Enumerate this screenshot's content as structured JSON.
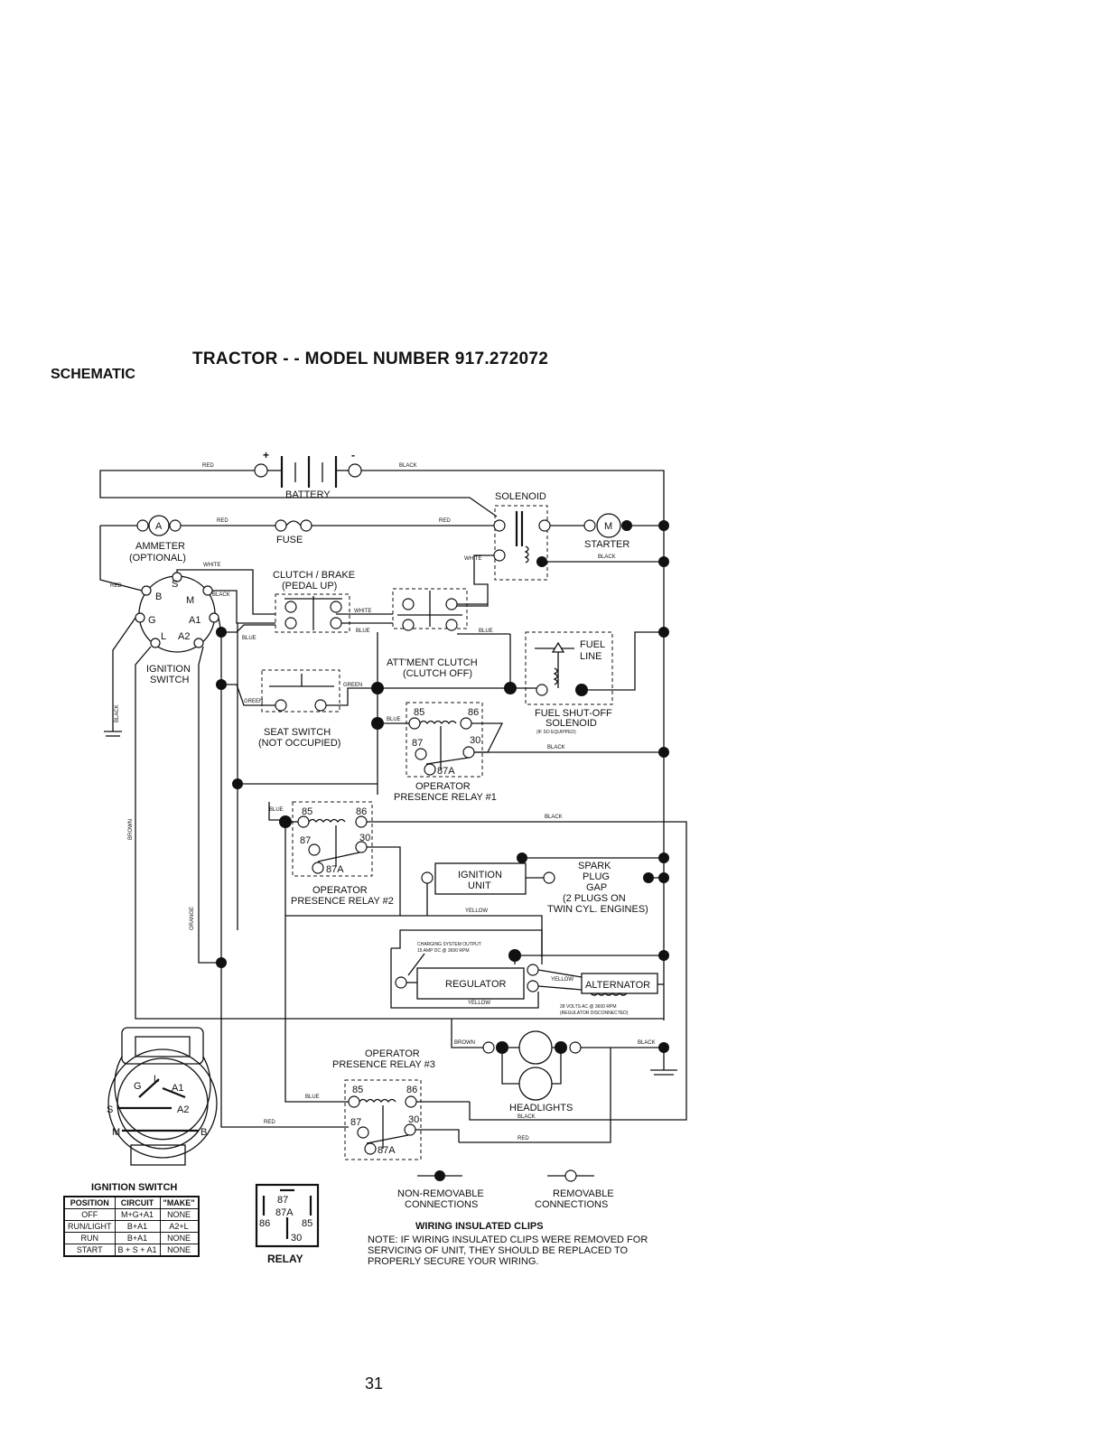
{
  "header": {
    "section": "SCHEMATIC",
    "title": "TRACTOR - - MODEL NUMBER 917.272072"
  },
  "components": {
    "battery": "BATTERY",
    "solenoid": "SOLENOID",
    "ammeter": "AMMETER",
    "ammeter_opt": "(OPTIONAL)",
    "fuse": "FUSE",
    "starter": "STARTER",
    "clutch_brake": "CLUTCH / BRAKE",
    "clutch_brake_sub": "(PEDAL UP)",
    "attment_clutch": "ATT'MENT CLUTCH",
    "attment_clutch_sub": "(CLUTCH OFF)",
    "fuel_line_1": "FUEL",
    "fuel_line_2": "LINE",
    "fuel_shutoff_1": "FUEL SHUT-OFF",
    "fuel_shutoff_2": "SOLENOID",
    "fuel_shutoff_3": "(IF SO EQUIPPED)",
    "ignition_switch_1": "IGNITION",
    "ignition_switch_2": "SWITCH",
    "seat_switch": "SEAT SWITCH",
    "seat_switch_sub": "(NOT OCCUPIED)",
    "opr1_1": "OPERATOR",
    "opr1_2": "PRESENCE RELAY #1",
    "opr2_1": "OPERATOR",
    "opr2_2": "PRESENCE RELAY #2",
    "opr3_1": "OPERATOR",
    "opr3_2": "PRESENCE RELAY #3",
    "ignition_unit_1": "IGNITION",
    "ignition_unit_2": "UNIT",
    "spark_1": "SPARK",
    "spark_2": "PLUG",
    "spark_3": "GAP",
    "spark_4": "(2 PLUGS ON",
    "spark_5": "TWIN CYL. ENGINES)",
    "charging_1": "CHARGING SYSTEM OUTPUT",
    "charging_2": "15 AMP DC @ 3600 RPM",
    "regulator": "REGULATOR",
    "alternator": "ALTERNATOR",
    "alt_1": "28 VOLTS AC @ 3600 RPM",
    "alt_2": "(REGULATOR DISCONNECTED)",
    "headlights": "HEADLIGHTS"
  },
  "terminals": {
    "plus": "+",
    "minus": "-",
    "A": "A",
    "M": "M",
    "B": "B",
    "S": "S",
    "G": "G",
    "L": "L",
    "A1": "A1",
    "A2": "A2",
    "r85": "85",
    "r86": "86",
    "r87": "87",
    "r30": "30",
    "r87A": "87A"
  },
  "wires": {
    "red": "RED",
    "black": "BLACK",
    "white": "WHITE",
    "blue": "BLUE",
    "green": "GREEN",
    "yellow": "YELLOW",
    "brown": "BROWN",
    "orange": "ORANGE"
  },
  "legend": {
    "non_removable_1": "NON-REMOVABLE",
    "non_removable_2": "CONNECTIONS",
    "removable_1": "REMOVABLE",
    "removable_2": "CONNECTIONS",
    "clips_title": "WIRING INSULATED CLIPS",
    "note_1": "NOTE: IF WIRING INSULATED CLIPS WERE REMOVED FOR",
    "note_2": "SERVICING OF UNIT, THEY SHOULD BE REPLACED TO",
    "note_3": "PROPERLY SECURE YOUR WIRING."
  },
  "ignition_switch_table": {
    "caption": "IGNITION SWITCH",
    "headers": [
      "POSITION",
      "CIRCUIT",
      "\"MAKE\""
    ],
    "rows": [
      [
        "OFF",
        "M+G+A1",
        "NONE"
      ],
      [
        "RUN/LIGHT",
        "B+A1",
        "A2+L"
      ],
      [
        "RUN",
        "B+A1",
        "NONE"
      ],
      [
        "START",
        "B + S + A1",
        "NONE"
      ]
    ]
  },
  "relay_caption": "RELAY",
  "page_number": "31"
}
